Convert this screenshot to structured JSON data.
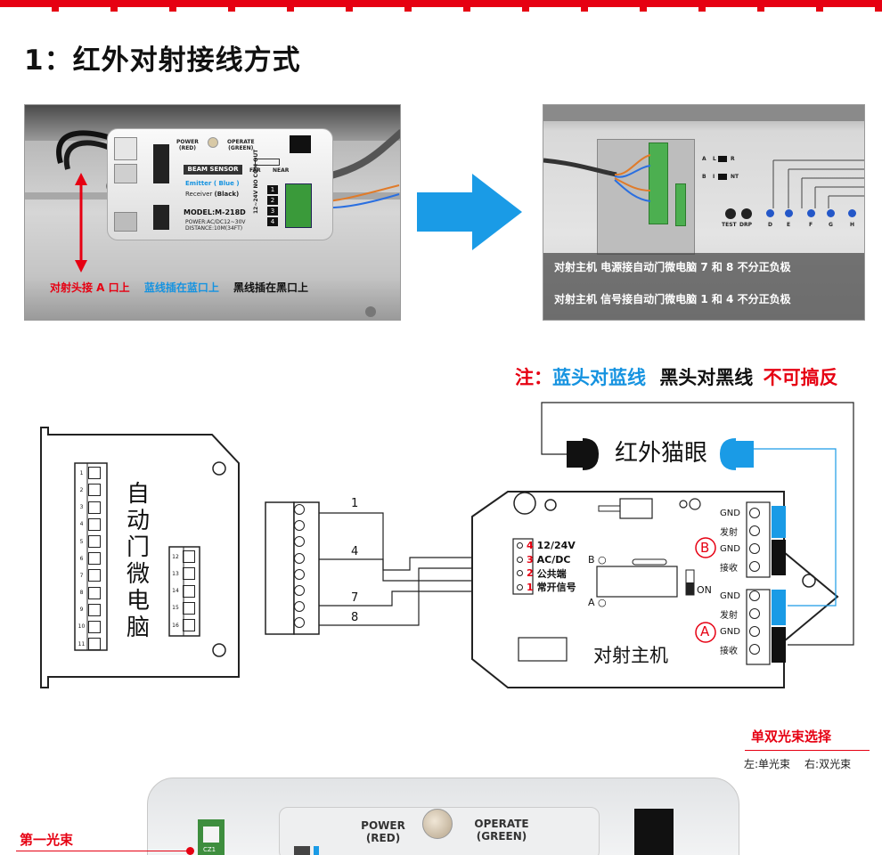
{
  "heading": "1：红外对射接线方式",
  "photo_left": {
    "caption_parts": [
      "对射头接 A 口上",
      "蓝线插在蓝口上",
      "黑线插在黑口上"
    ],
    "sensor": {
      "power": "POWER",
      "power_sub": "(RED)",
      "operate": "OPERATE",
      "operate_sub": "(GREEN)",
      "title": "BEAM SENSOR",
      "emitter": "Emitter",
      "emitter_color": "( Blue )",
      "receiver": "Receiver",
      "receiver_color": "(Black)",
      "far": "FAR",
      "near": "NEAR",
      "model": "MODEL:M-218D",
      "power_spec": "POWER:AC/DC12~30V",
      "distance": "DISTANCE:10M(34FT)",
      "side_text": "12~24V NO COM OUT",
      "terminals": [
        "1",
        "2",
        "3",
        "4"
      ]
    }
  },
  "photo_right": {
    "captions": [
      "对射主机  电源接自动门微电脑  7 和 8 不分正负极",
      "对射主机  信号接自动门微电脑  1 和 4 不分正负极"
    ],
    "labels": {
      "a": "A",
      "l": "L",
      "r": "R",
      "b": "B",
      "i": "I",
      "nt": "NT",
      "test": "TEST",
      "drp": "DRP",
      "d": "D",
      "e": "E",
      "f": "F",
      "g": "G",
      "h": "H"
    }
  },
  "note": {
    "prefix": "注：",
    "blue_part": "蓝头对蓝线",
    "black_part": "黑头对黑线",
    "red_part": "不可搞反"
  },
  "diagram": {
    "controller_title": "自动门微电脑",
    "controller_terminals": [
      "1",
      "2",
      "3",
      "4",
      "5",
      "6",
      "7",
      "8",
      "9",
      "10",
      "11"
    ],
    "controller_terminals_right": [
      "12",
      "13",
      "14",
      "15",
      "16"
    ],
    "wire_numbers": [
      "1",
      "4",
      "7",
      "8"
    ],
    "eye_label": "红外猫眼",
    "host_title": "对射主机",
    "host_terminals": [
      {
        "num": "4",
        "text": "12/24V"
      },
      {
        "num": "3",
        "text": "AC/DC"
      },
      {
        "num": "2",
        "text": "公共端"
      },
      {
        "num": "1",
        "text": "常开信号"
      }
    ],
    "b_label": "B",
    "a_label": "A",
    "on_label": "ON",
    "port_b": "B",
    "port_a": "A",
    "port_b_pins": [
      "GND",
      "发射",
      "GND",
      "接收"
    ],
    "port_a_pins": [
      "GND",
      "发射",
      "GND",
      "接收"
    ]
  },
  "beam_select": {
    "title": "单双光束选择",
    "left": "左:单光束",
    "right": "右:双光束"
  },
  "first_beam": "第一光束",
  "bottom_panel": {
    "power": "POWER",
    "power_sub": "(RED)",
    "operate": "OPERATE",
    "operate_sub": "(GREEN)",
    "cz1": "CZ1"
  }
}
